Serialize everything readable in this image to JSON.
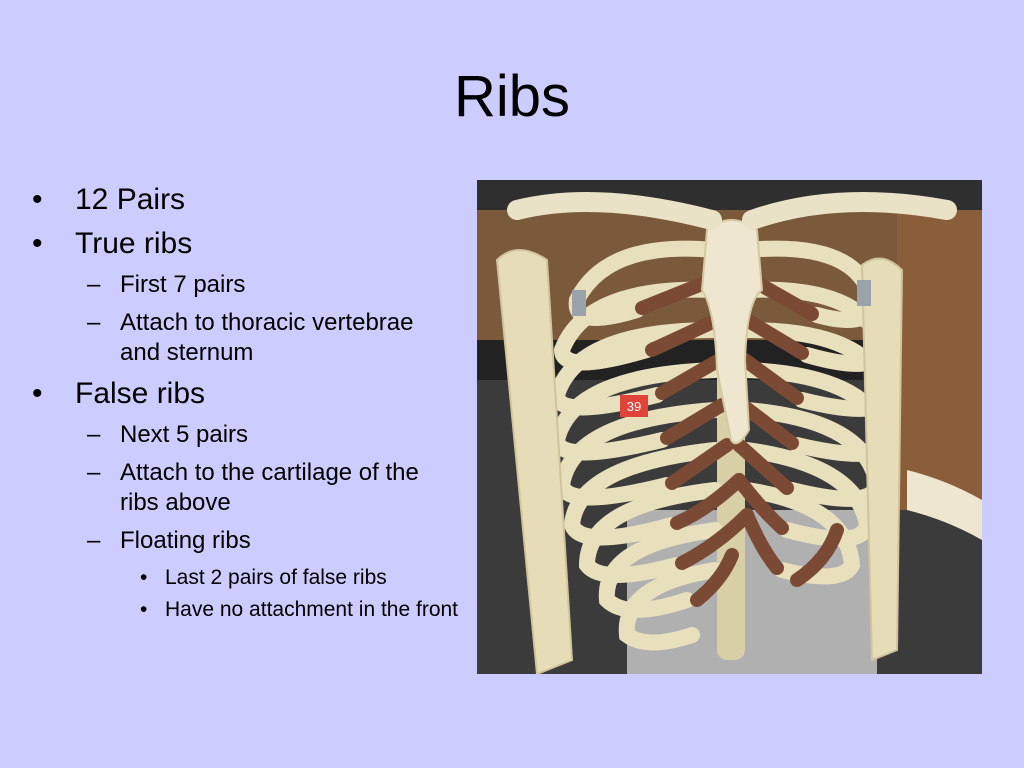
{
  "slide": {
    "title": "Ribs",
    "bullets": {
      "pairs": "12 Pairs",
      "true_ribs": "True ribs",
      "true_first": "First 7 pairs",
      "true_attach": "Attach to thoracic vertebrae and sternum",
      "false_ribs": "False ribs",
      "false_next": "Next 5 pairs",
      "false_attach": "Attach to the cartilage of the ribs above",
      "floating": "Floating ribs",
      "floating_last": "Last 2 pairs of false ribs",
      "floating_none": "Have no attachment in the front"
    },
    "photo": {
      "tag_label": "39"
    },
    "colors": {
      "background": "#ccccff",
      "bone": "#e6dcb8",
      "cartilage": "#7a4a35"
    }
  }
}
